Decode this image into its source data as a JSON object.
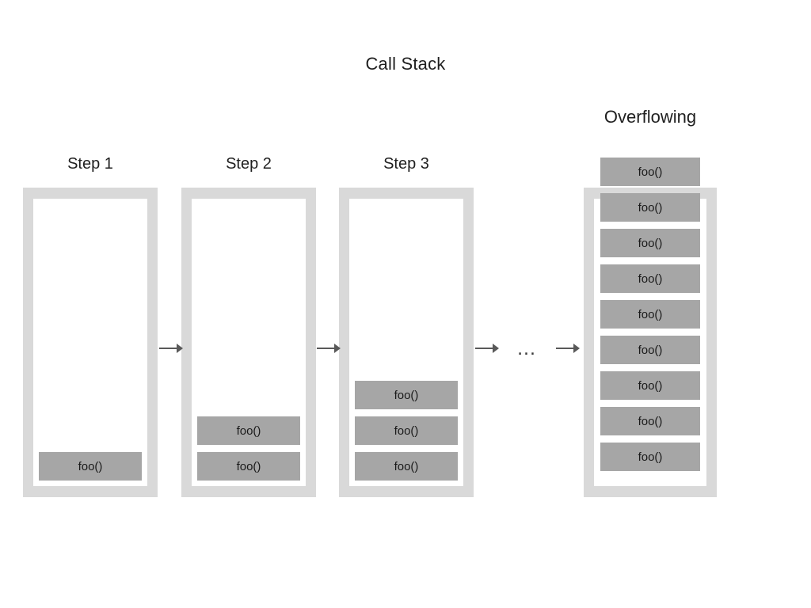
{
  "diagram": {
    "title": "Call Stack",
    "overflow_title": "Overflowing",
    "frame_label": "foo()",
    "ellipsis": "...",
    "arrow_glyph": "→",
    "colors": {
      "background": "#ffffff",
      "container": "#d9d9d9",
      "container_inner": "#ffffff",
      "frame": "#a6a6a6",
      "text": "#1a1a1a",
      "arrow": "#595959"
    }
  },
  "steps": [
    {
      "label": "Step 1",
      "frames": [
        {
          "label": "foo()"
        }
      ]
    },
    {
      "label": "Step 2",
      "frames": [
        {
          "label": "foo()"
        },
        {
          "label": "foo()"
        }
      ]
    },
    {
      "label": "Step 3",
      "frames": [
        {
          "label": "foo()"
        },
        {
          "label": "foo()"
        },
        {
          "label": "foo()"
        }
      ]
    }
  ],
  "overflow_stack": {
    "label": "Overflowing",
    "frame_count": 9,
    "frames": [
      {
        "label": "foo()"
      },
      {
        "label": "foo()"
      },
      {
        "label": "foo()"
      },
      {
        "label": "foo()"
      },
      {
        "label": "foo()"
      },
      {
        "label": "foo()"
      },
      {
        "label": "foo()"
      },
      {
        "label": "foo()"
      },
      {
        "label": "foo()"
      }
    ]
  },
  "connectors": [
    {
      "name": "arrow-step1-step2",
      "glyph": "→"
    },
    {
      "name": "arrow-step2-step3",
      "glyph": "→"
    },
    {
      "name": "arrow-step3-ellipsis",
      "glyph": "→"
    },
    {
      "name": "arrow-ellipsis-overflow",
      "glyph": "→"
    }
  ]
}
